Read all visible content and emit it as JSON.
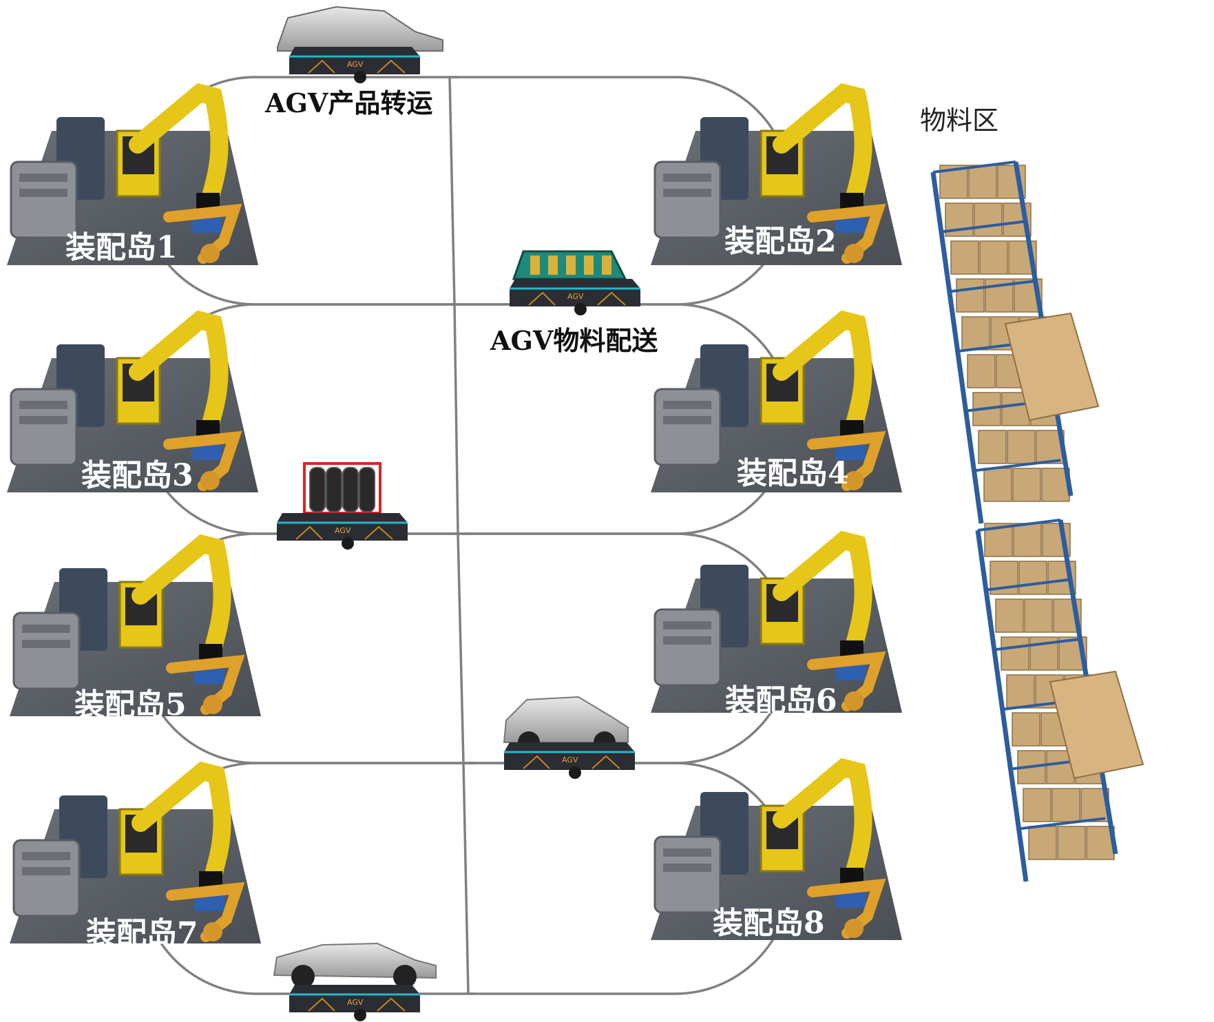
{
  "islands": [
    {
      "label": "装配岛1",
      "side": "left",
      "row": 0
    },
    {
      "label": "装配岛2",
      "side": "right",
      "row": 0
    },
    {
      "label": "装配岛3",
      "side": "left",
      "row": 1
    },
    {
      "label": "装配岛4",
      "side": "right",
      "row": 1
    },
    {
      "label": "装配岛5",
      "side": "left",
      "row": 2
    },
    {
      "label": "装配岛6",
      "side": "right",
      "row": 2
    },
    {
      "label": "装配岛7",
      "side": "left",
      "row": 3
    },
    {
      "label": "装配岛8",
      "side": "right",
      "row": 3
    }
  ],
  "captions": {
    "agv_product_transfer": "AGV产品转运",
    "agv_material_delivery": "AGV物料配送",
    "material_zone": "物料区"
  },
  "agv_badge": "AGV",
  "agvs": [
    {
      "cargo": "car-body-frame-icon"
    },
    {
      "cargo": "green-frame-icon"
    },
    {
      "cargo": "tire-rack-icon"
    },
    {
      "cargo": "hatchback-car-icon"
    },
    {
      "cargo": "sedan-car-icon"
    }
  ],
  "colors": {
    "track": "#808080",
    "floor": "#5b5f66",
    "robot_arm": "#e6c619",
    "agv_body": "#2a2d33",
    "agv_stripe": "#26b6c9",
    "shelf_frame": "#2c5d9e",
    "box": "#c9a877"
  }
}
